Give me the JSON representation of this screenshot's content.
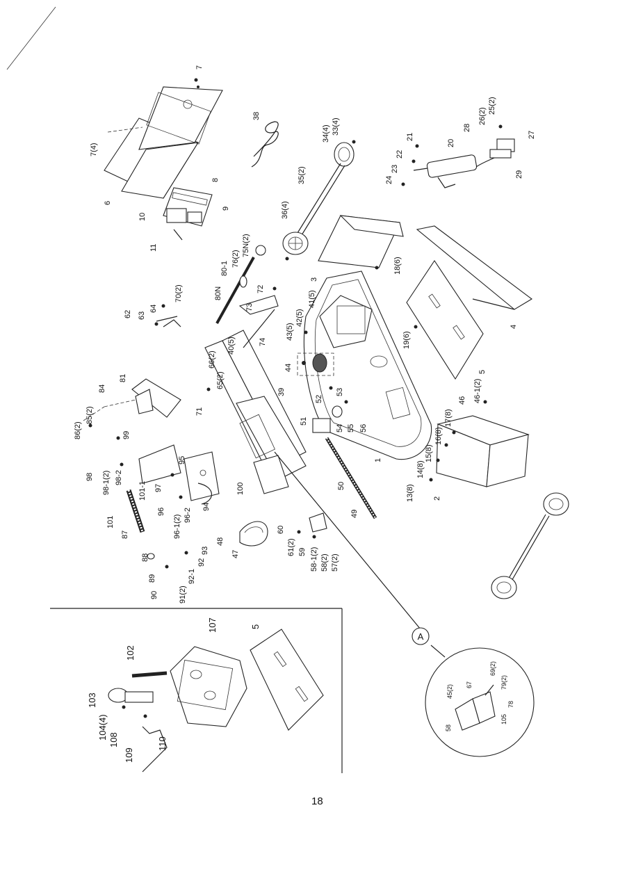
{
  "page_number": "18",
  "callout_letter": "A",
  "labels": {
    "p1": "1",
    "p2": "2",
    "p3": "3",
    "p4": "4",
    "p5": "5",
    "p5b": "5",
    "p6": "6",
    "p7": "7",
    "p7_4": "7(4)",
    "p8": "8",
    "p9": "9",
    "p10": "10",
    "p11": "11",
    "p13": "13(8)",
    "p14": "14(8)",
    "p15": "15(8)",
    "p16": "16(8)",
    "p17": "17(8)",
    "p18": "18(6)",
    "p19": "19(6)",
    "p20": "20",
    "p21": "21",
    "p22": "22",
    "p23": "23",
    "p24": "24",
    "p25": "25(2)",
    "p26": "26(2)",
    "p27": "27",
    "p28": "28",
    "p29": "29",
    "p33": "33(4)",
    "p34": "34(4)",
    "p35": "35(2)",
    "p36": "36(4)",
    "p38": "38",
    "p39": "39",
    "p40": "40(5)",
    "p41": "41(5)",
    "p42": "42(5)",
    "p43": "43(5)",
    "p44": "44",
    "p46": "46",
    "p46_1": "46-1(2)",
    "p47": "47",
    "p48": "48",
    "p49": "49",
    "p50": "50",
    "p51": "51",
    "p52": "52",
    "p53": "53",
    "p54": "54",
    "p55": "55",
    "p56": "56",
    "p57": "57(2)",
    "p58": "58(2)",
    "p58_1": "58-1(2)",
    "p59": "59",
    "p60": "60",
    "p61": "61(2)",
    "p62": "62",
    "p63": "63",
    "p64": "64",
    "p65": "65(2)",
    "p66": "66(2)",
    "p70": "70(2)",
    "p71": "71",
    "p72": "72",
    "p73": "73",
    "p74": "74",
    "p75n": "75N(2)",
    "p76": "76(2)",
    "p80n": "80N",
    "p80_1": "80-1",
    "p81": "81",
    "p84": "84",
    "p85": "85(2)",
    "p86": "86(2)",
    "p87": "87",
    "p88": "88",
    "p89": "89",
    "p90": "90",
    "p91": "91(2)",
    "p92": "92",
    "p92_1": "92-1",
    "p93": "93",
    "p94": "94",
    "p95": "95",
    "p96": "96",
    "p96_1": "96-1(2)",
    "p96_2": "96-2",
    "p97": "97",
    "p98": "98",
    "p98_1": "98-1(2)",
    "p98_2": "98-2",
    "p99": "99",
    "p100": "100",
    "p101": "101",
    "p101_1": "101-1",
    "p102": "102",
    "p103": "103",
    "p104": "104(4)",
    "p107": "107",
    "p108": "108",
    "p109": "109",
    "p110": "110",
    "d45": "45(2)",
    "d58": "58",
    "d67": "67",
    "d69": "69(2)",
    "d78": "78",
    "d79": "79(2)",
    "d105": "105"
  }
}
